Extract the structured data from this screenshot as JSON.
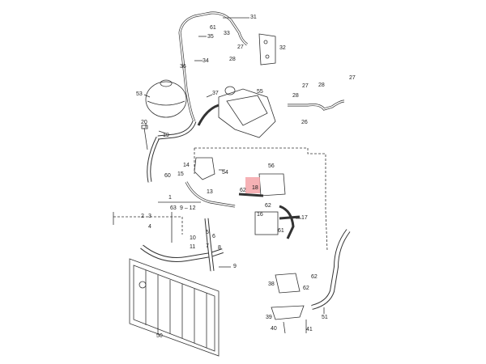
{
  "highlight_color": "#f5a3a8",
  "line_color": "#333333",
  "callouts": {
    "c31": "31",
    "c61a": "61",
    "c33": "33",
    "c35": "35",
    "c32": "32",
    "c27a": "27",
    "c28a": "28",
    "c34": "34",
    "c36": "36",
    "c53": "53",
    "c37": "37",
    "c55": "55",
    "c27b": "27",
    "c28b": "28",
    "c27c": "27",
    "c28c": "28",
    "c26": "26",
    "c19": "19",
    "c20": "20",
    "c14": "14",
    "c60": "60",
    "c15": "15",
    "c54": "54",
    "c56": "56",
    "c62a": "62",
    "c18": "18",
    "c13": "13",
    "c62b": "62",
    "c1": "1",
    "c63": "63",
    "c912": "9 – 12",
    "c2": "2",
    "c3": "3",
    "c4": "4",
    "c16": "16",
    "c17": "17",
    "c61b": "61",
    "c10": "10",
    "c11": "11",
    "c5": "5",
    "c7": "7",
    "c8": "8",
    "c6": "6",
    "c38": "38",
    "c62c": "62",
    "c62d": "62",
    "c39": "39",
    "c40": "40",
    "c41": "41",
    "c51": "51",
    "c50": "50",
    "c9": "9"
  }
}
